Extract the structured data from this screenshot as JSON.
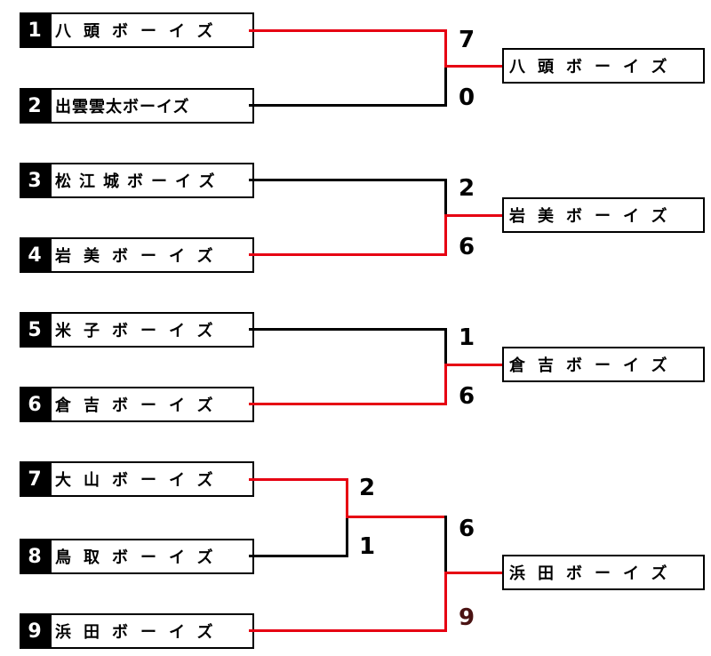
{
  "entries": [
    {
      "seed": "1",
      "name": "八頭ボーイズ"
    },
    {
      "seed": "2",
      "name": "出雲雲太ボーイズ"
    },
    {
      "seed": "3",
      "name": "松江城ボーイズ"
    },
    {
      "seed": "4",
      "name": "岩美ボーイズ"
    },
    {
      "seed": "5",
      "name": "米子ボーイズ"
    },
    {
      "seed": "6",
      "name": "倉吉ボーイズ"
    },
    {
      "seed": "7",
      "name": "大山ボーイズ"
    },
    {
      "seed": "8",
      "name": "鳥取ボーイズ"
    },
    {
      "seed": "9",
      "name": "浜田ボーイズ"
    }
  ],
  "matches": [
    {
      "score_top": "7",
      "score_bottom": "0",
      "winner": "八頭ボーイズ"
    },
    {
      "score_top": "2",
      "score_bottom": "6",
      "winner": "岩美ボーイズ"
    },
    {
      "score_top": "1",
      "score_bottom": "6",
      "winner": "倉吉ボーイズ"
    },
    {
      "score_top": "2",
      "score_bottom": "1"
    },
    {
      "score_top": "6",
      "score_bottom": "9",
      "winner": "浜田ボーイズ"
    }
  ],
  "colors": {
    "win_line": "#e60012",
    "lose_line": "#000000",
    "seed_bg": "#000000"
  }
}
